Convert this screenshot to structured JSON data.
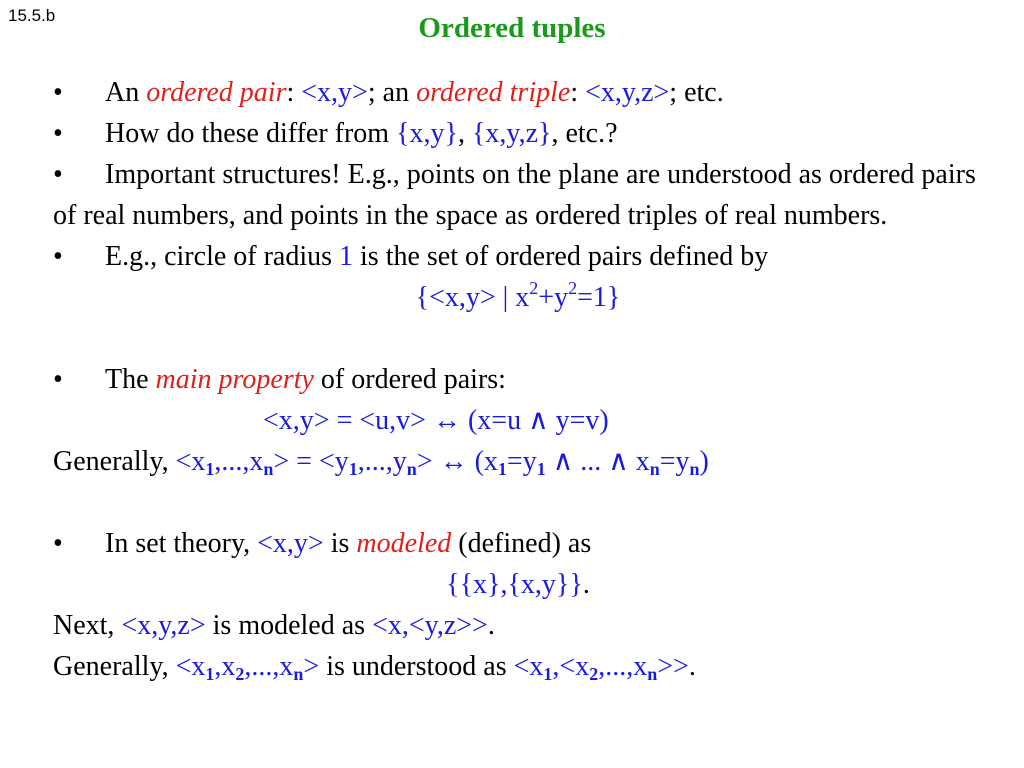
{
  "slide_number": "15.5.b",
  "title": "Ordered tuples",
  "bullet_char": "•",
  "l1": {
    "t1": "An ",
    "r1": "ordered pair",
    "t2": ":  ",
    "b1": "<x,y>",
    "t3": ";   an ",
    "r2": "ordered triple",
    "t4": ": ",
    "b2": "<x,y,z>",
    "t5": "; etc."
  },
  "l2": {
    "t1": "How do these differ from ",
    "b1": "{x,y}",
    "t2": ",  ",
    "b2": "{x,y,z}",
    "t3": ", etc.?"
  },
  "l3": {
    "text": "Important structures! E.g., points on the plane are understood as ordered pairs of real numbers, and points in the space as ordered triples of real numbers."
  },
  "l4": {
    "t1": "E.g., circle of radius ",
    "b1": "1",
    "t2": " is the set of ordered pairs defined by"
  },
  "l5": {
    "b1": "{<x,y> | x",
    "sup1": "2",
    "b2": "+y",
    "sup2": "2",
    "b3": "=1}"
  },
  "l6": {
    "t1": "The ",
    "r1": "main property",
    "t2": " of ordered pairs:"
  },
  "l7": {
    "b1": "<x,y> = <u,v>  ↔  (x=u ∧ y=v)"
  },
  "l8": {
    "t1": "Generally, ",
    "b1": "<x",
    "s1": "1",
    "b2": ",...,x",
    "s2": "n",
    "b3": "> = <y",
    "s3": "1",
    "b4": ",...,y",
    "s4": "n",
    "b5": ">  ↔  (x",
    "s5": "1",
    "b6": "=y",
    "s6": "1",
    "b7": " ∧ ... ∧ x",
    "s7": "n",
    "b8": "=y",
    "s8": "n",
    "b9": ")"
  },
  "l9": {
    "t1": "In set theory, ",
    "b1": "<x,y>",
    "t2": " is ",
    "r1": "modeled",
    "t3": " (defined) as"
  },
  "l10": {
    "b1": "{{x},{x,y}}",
    "t1": "."
  },
  "l11": {
    "t1": "Next, ",
    "b1": "<x,y,z>",
    "t2": " is modeled as ",
    "b2": "<x,<y,z>>",
    "t3": "."
  },
  "l12": {
    "t1": "Generally, ",
    "b1": "<x",
    "s1": "1",
    "b2": ",x",
    "s2": "2",
    "b3": ",...,x",
    "s3": "n",
    "b4": ">",
    "t2": " is understood as ",
    "b5": "<x",
    "s4": "1",
    "b6": ",<x",
    "s5": "2",
    "b7": ",...,x",
    "s6": "n",
    "b8": ">>",
    "t3": "."
  }
}
